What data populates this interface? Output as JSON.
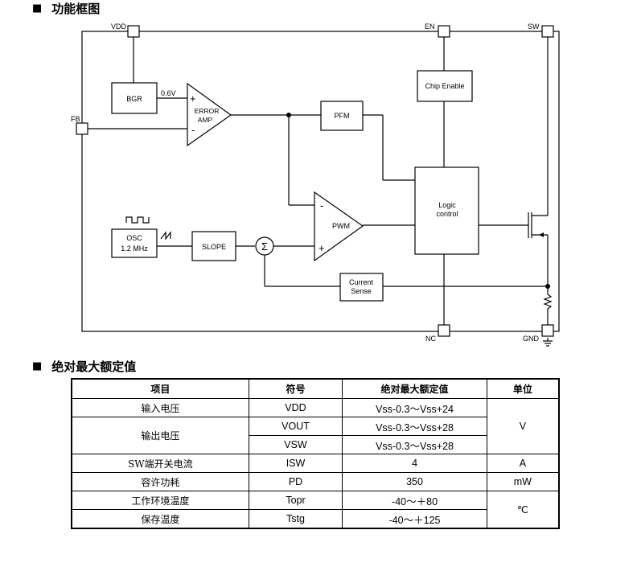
{
  "headings": {
    "block_diagram": "功能框图",
    "abs_max": "绝对最大额定值",
    "bullet": "■"
  },
  "diagram": {
    "pins": {
      "vdd": "VDD",
      "en": "EN",
      "sw": "SW",
      "fb": "FB",
      "nc": "NC",
      "gnd": "GND"
    },
    "blocks": {
      "bgr": "BGR",
      "vref": "0.6V",
      "error_amp_line1": "ERROR",
      "error_amp_line2": "AMP",
      "plus": "+",
      "minus": "-",
      "pfm": "PFM",
      "chip_enable": "Chip Enable",
      "logic_line1": "Logic",
      "logic_line2": "control",
      "pwm": "PWM",
      "osc_line1": "OSC",
      "osc_line2": "1.2 MHz",
      "slope": "SLOPE",
      "sum": "Σ",
      "current_sense_line1": "Current",
      "current_sense_line2": "Sense"
    }
  },
  "table": {
    "headers": [
      "项目",
      "符号",
      "绝对最大额定值",
      "单位"
    ],
    "rows": [
      {
        "item": "输入电压",
        "symbol": "VDD",
        "value": "Vss-0.3～Vss+24",
        "unit": "V"
      },
      {
        "item": "输出电压",
        "symbol": "VOUT",
        "value": "Vss-0.3～Vss+28",
        "unit": ""
      },
      {
        "item": "",
        "symbol": "VSW",
        "value": "Vss-0.3～Vss+28",
        "unit": ""
      },
      {
        "item": "SW端开关电流",
        "symbol": "ISW",
        "value": "4",
        "unit": "A"
      },
      {
        "item": "容许功耗",
        "symbol": "PD",
        "value": "350",
        "unit": "mW"
      },
      {
        "item": "工作环境温度",
        "symbol": "Topr",
        "value": "-40～＋80",
        "unit": "℃"
      },
      {
        "item": "保存温度",
        "symbol": "Tstg",
        "value": "-40～＋125",
        "unit": ""
      }
    ]
  }
}
